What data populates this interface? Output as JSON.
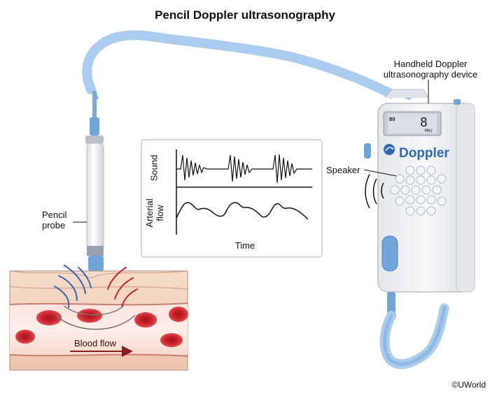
{
  "title": "Pencil Doppler ultrasonography",
  "labels": {
    "device_line1": "Handheld Doppler",
    "device_line2": "ultrasonography device",
    "speaker": "Speaker",
    "probe_line1": "Pencil",
    "probe_line2": "probe",
    "blood_flow": "Blood flow"
  },
  "graph": {
    "sound_label": "Sound",
    "flow_label_line1": "Arterial",
    "flow_label_line2": "flow",
    "time_label": "Time"
  },
  "device": {
    "brand": "Doppler",
    "display_number": "8",
    "display_unit": "MHz",
    "display_mode": "BO"
  },
  "copyright": "©UWorld",
  "colors": {
    "cord_blue": "#8fb9e3",
    "probe_blue": "#6fa5d8",
    "brand_blue": "#2e6ab3",
    "rbc_red": "#c8232b",
    "vessel_wall": "#e7b9a2",
    "wave_blue": "#3a63b8",
    "wave_red": "#c8232b"
  }
}
